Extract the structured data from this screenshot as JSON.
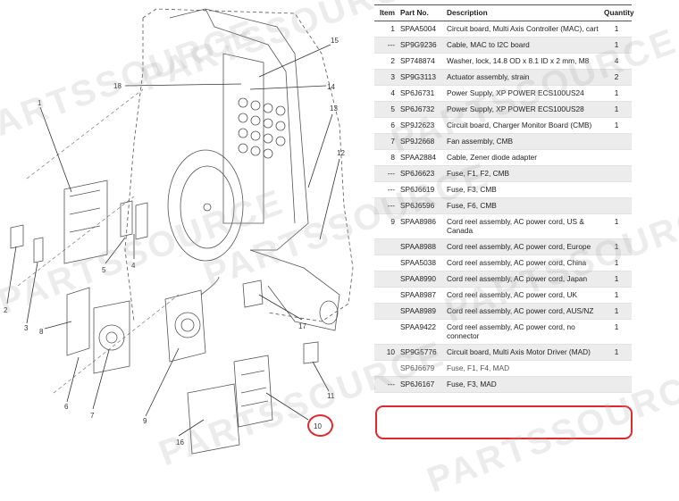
{
  "table": {
    "headers": {
      "item": "Item",
      "part": "Part No.",
      "description": "Description",
      "quantity": "Quantity"
    },
    "rows": [
      {
        "item": "1",
        "part": "SPAA5004",
        "description": "Circuit board, Multi Axis Controller (MAC), cart",
        "qty": "1",
        "shaded": false
      },
      {
        "item": "---",
        "part": "SP9G9236",
        "description": "Cable, MAC to I2C board",
        "qty": "1",
        "shaded": true
      },
      {
        "item": "2",
        "part": "SP748874",
        "description": "Washer, lock, 14.8 OD x 8.1 ID x 2 mm, M8",
        "qty": "4",
        "shaded": false
      },
      {
        "item": "3",
        "part": "SP9G3113",
        "description": "Actuator assembly, strain",
        "qty": "2",
        "shaded": true
      },
      {
        "item": "4",
        "part": "SP6J6731",
        "description": "Power Supply, XP POWER ECS100US24",
        "qty": "1",
        "shaded": false
      },
      {
        "item": "5",
        "part": "SP6J6732",
        "description": "Power Supply, XP POWER ECS100US28",
        "qty": "1",
        "shaded": true
      },
      {
        "item": "6",
        "part": "SP9J2623",
        "description": "Circuit board, Charger Monitor Board (CMB)",
        "qty": "1",
        "shaded": false
      },
      {
        "item": "7",
        "part": "SP9J2668",
        "description": "Fan assembly, CMB",
        "qty": "",
        "shaded": true
      },
      {
        "item": "8",
        "part": "SPAA2884",
        "description": "Cable, Zener diode adapter",
        "qty": "",
        "shaded": false
      },
      {
        "item": "---",
        "part": "SP6J6623",
        "description": "Fuse, F1, F2, CMB",
        "qty": "",
        "shaded": true
      },
      {
        "item": "---",
        "part": "SP6J6619",
        "description": "Fuse, F3, CMB",
        "qty": "",
        "shaded": false
      },
      {
        "item": "---",
        "part": "SP6J6596",
        "description": "Fuse, F6, CMB",
        "qty": "",
        "shaded": true
      },
      {
        "item": "9",
        "part": "SPAA8986",
        "description": "Cord reel assembly, AC power cord, US & Canada",
        "qty": "1",
        "shaded": false
      },
      {
        "item": "",
        "part": "SPAA8988",
        "description": "Cord reel assembly, AC power cord, Europe",
        "qty": "1",
        "shaded": true
      },
      {
        "item": "",
        "part": "SPAA5038",
        "description": "Cord reel assembly, AC power cord, China",
        "qty": "1",
        "shaded": false
      },
      {
        "item": "",
        "part": "SPAA8990",
        "description": "Cord reel assembly, AC power cord, Japan",
        "qty": "1",
        "shaded": true
      },
      {
        "item": "",
        "part": "SPAA8987",
        "description": "Cord reel assembly, AC power cord, UK",
        "qty": "1",
        "shaded": false
      },
      {
        "item": "",
        "part": "SPAA8989",
        "description": "Cord reel assembly, AC power cord, AUS/NZ",
        "qty": "1",
        "shaded": true
      },
      {
        "item": "",
        "part": "SPAA9422",
        "description": "Cord reel assembly, AC power cord, no connector",
        "qty": "1",
        "shaded": false
      },
      {
        "item": "10",
        "part": "SP9G5776",
        "description": "Circuit board, Multi Axis Motor Driver (MAD)",
        "qty": "1",
        "shaded": true
      },
      {
        "item": "",
        "part": "SP6J6679",
        "description": "Fuse, F1, F4, MAD",
        "qty": "",
        "shaded": false
      },
      {
        "item": "---",
        "part": "SP6J6167",
        "description": "Fuse, F3, MAD",
        "qty": "",
        "shaded": true
      }
    ]
  },
  "diagram": {
    "callouts": [
      "1",
      "2",
      "3",
      "4",
      "5",
      "6",
      "7",
      "8",
      "9",
      "10",
      "11",
      "12",
      "13",
      "14",
      "15",
      "16",
      "17",
      "18"
    ]
  },
  "watermark": {
    "text": "PARTSSOURCE"
  },
  "colors": {
    "highlight": "#e0282f",
    "shade": "#ececec",
    "line": "#555555"
  }
}
